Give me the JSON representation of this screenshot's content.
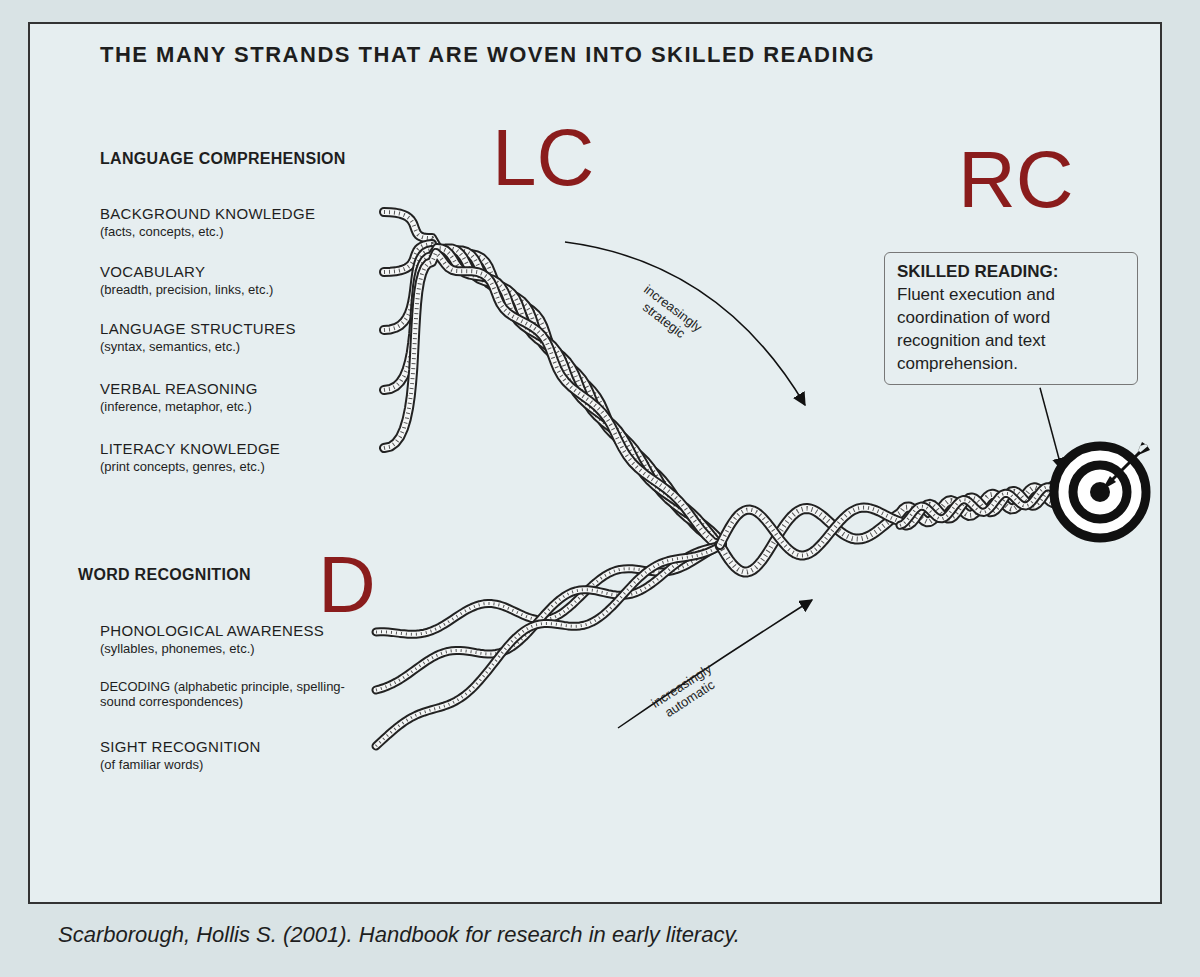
{
  "diagram": {
    "title": "THE MANY STRANDS THAT ARE WOVEN INTO SKILLED READING",
    "caption": "Scarborough, Hollis S. (2001). Handbook for research in early literacy.",
    "nodes": [
      {
        "text": [
          "SKILLED READING:",
          "Fluent execution and coordination of word recognition and text comprehension."
        ]
      }
    ],
    "labels": [
      "LANGUAGE COMPREHENSION",
      "LC",
      "RC",
      "BACKGROUND KNOWLEDGE",
      "(facts, concepts, etc.)",
      "VOCABULARY",
      "(breadth, precision, links, etc.)",
      "LANGUAGE STRUCTURES",
      "(syntax, semantics, etc.)",
      "VERBAL REASONING",
      "(inference, metaphor, etc.)",
      "LITERACY KNOWLEDGE",
      "(print concepts, genres, etc.)",
      "WORD RECOGNITION",
      "D",
      "PHONOLOGICAL AWARENESS",
      "(syllables, phonemes, etc.)",
      "DECODING (alphabetic principle, spelling-sound correspondences)",
      "SIGHT RECOGNITION",
      "(of familiar words)",
      "increasingly strategic",
      "increasingly automatic"
    ]
  }
}
